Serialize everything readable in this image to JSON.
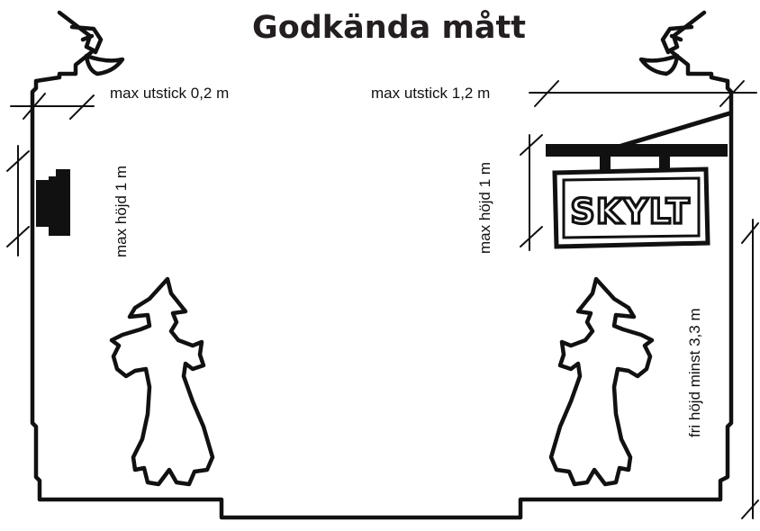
{
  "title": "Godkända mått",
  "labels": {
    "left_overhang": "max utstick 0,2 m",
    "left_height": "max höjd 1 m",
    "right_overhang": "max utstick 1,2 m",
    "right_height": "max höjd 1 m",
    "clear_height": "fri höjd minst 3,3 m"
  },
  "sign": {
    "text": "SKYLT"
  }
}
